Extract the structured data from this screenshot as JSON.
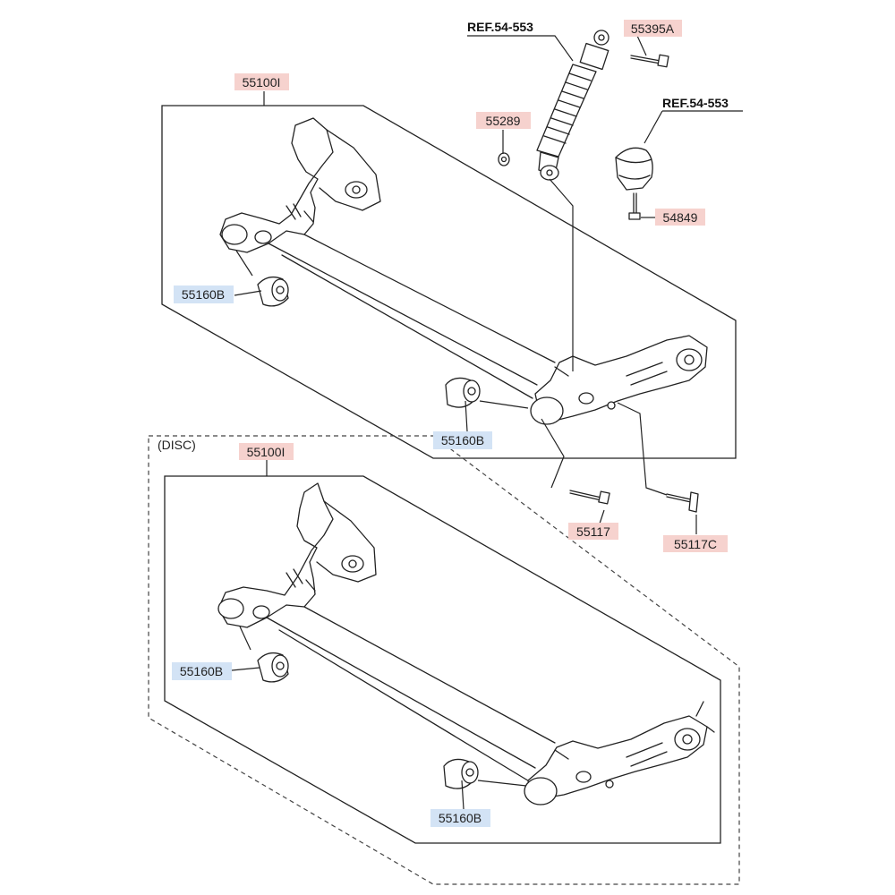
{
  "references": {
    "ref_shock": "REF.54-553",
    "ref_mount": "REF.54-553"
  },
  "labels": {
    "axle_top": "55100I",
    "axle_disc": "55100I",
    "bolt_55395a": "55395A",
    "nut_55289": "55289",
    "bolt_54849": "54849",
    "bushing_top_left": "55160B",
    "bushing_top_right": "55160B",
    "bushing_disc_left": "55160B",
    "bushing_disc_right": "55160B",
    "bolt_55117": "55117",
    "bolt_55117c": "55117C"
  },
  "group_caption": "(DISC)",
  "colors": {
    "red_tag": "#f6d2ce",
    "blue_tag": "#d3e3f5",
    "line": "#222222"
  }
}
